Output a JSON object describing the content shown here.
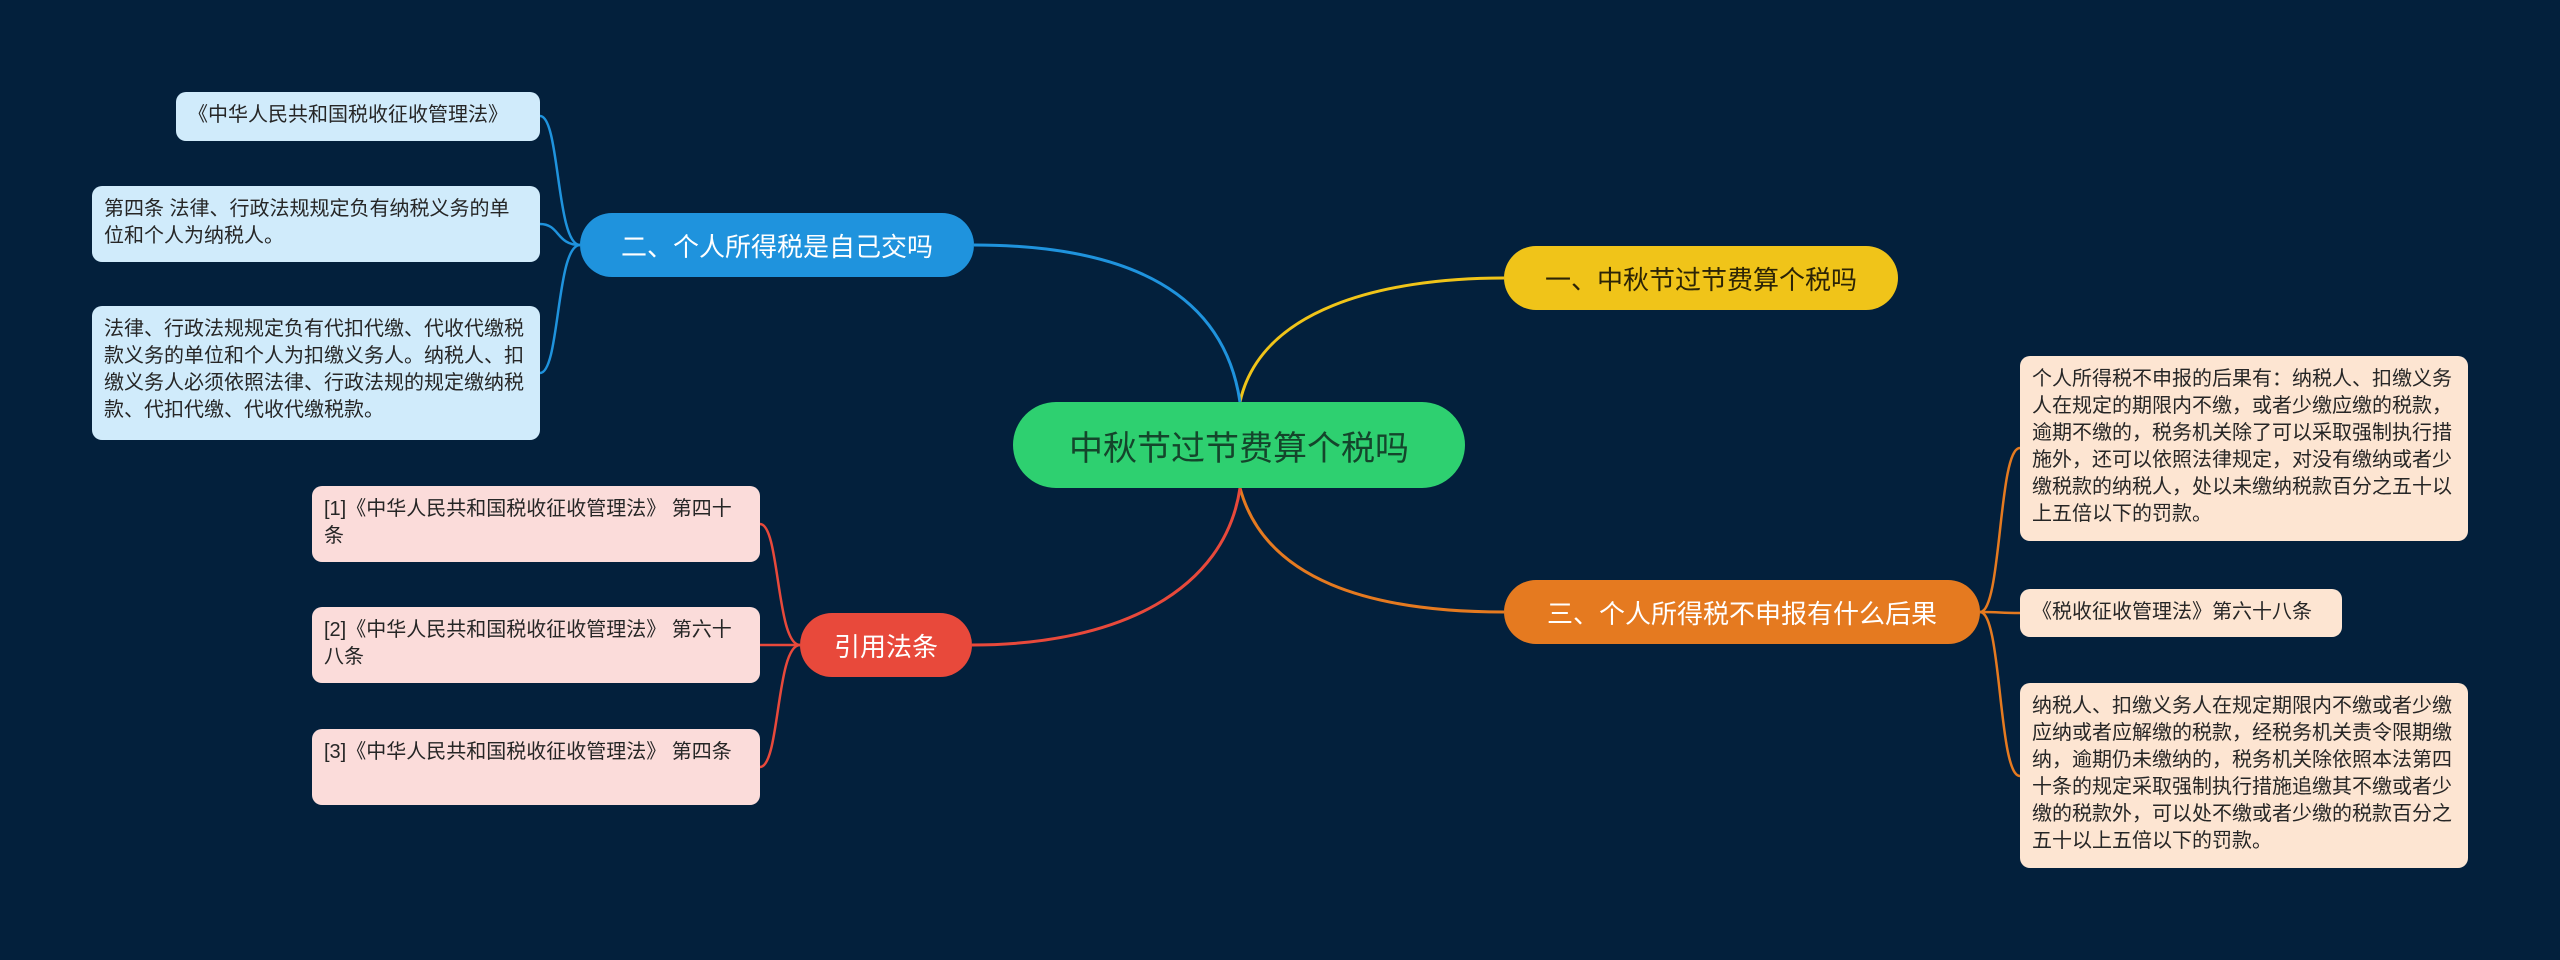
{
  "mindmap": {
    "root": "中秋节过节费算个税吗",
    "branches": [
      {
        "label": "一、中秋节过节费算个税吗",
        "color": "#f0c419",
        "children": []
      },
      {
        "label": "二、个人所得税是自己交吗",
        "color": "#1f93dd",
        "children": [
          "《中华人民共和国税收征收管理法》",
          "第四条 法律、行政法规规定负有纳税义务的单位和个人为纳税人。",
          "法律、行政法规规定负有代扣代缴、代收代缴税款义务的单位和个人为扣缴义务人。纳税人、扣缴义务人必须依照法律、行政法规的规定缴纳税款、代扣代缴、代收代缴税款。"
        ]
      },
      {
        "label": "三、个人所得税不申报有什么后果",
        "color": "#e57a20",
        "children": [
          "个人所得税不申报的后果有：纳税人、扣缴义务人在规定的期限内不缴，或者少缴应缴的税款，逾期不缴的，税务机关除了可以采取强制执行措施外，还可以依照法律规定，对没有缴纳或者少缴税款的纳税人，处以未缴纳税款百分之五十以上五倍以下的罚款。",
          "《税收征收管理法》第六十八条",
          "纳税人、扣缴义务人在规定期限内不缴或者少缴应纳或者应解缴的税款，经税务机关责令限期缴纳，逾期仍未缴纳的，税务机关除依照本法第四十条的规定采取强制执行措施追缴其不缴或者少缴的税款外，可以处不缴或者少缴的税款百分之五十以上五倍以下的罚款。"
        ]
      },
      {
        "label": "引用法条",
        "color": "#e8493b",
        "children": [
          "[1]《中华人民共和国税收征收管理法》 第四十条",
          "[2]《中华人民共和国税收征收管理法》 第六十八条",
          "[3]《中华人民共和国税收征收管理法》 第四条"
        ]
      }
    ]
  }
}
